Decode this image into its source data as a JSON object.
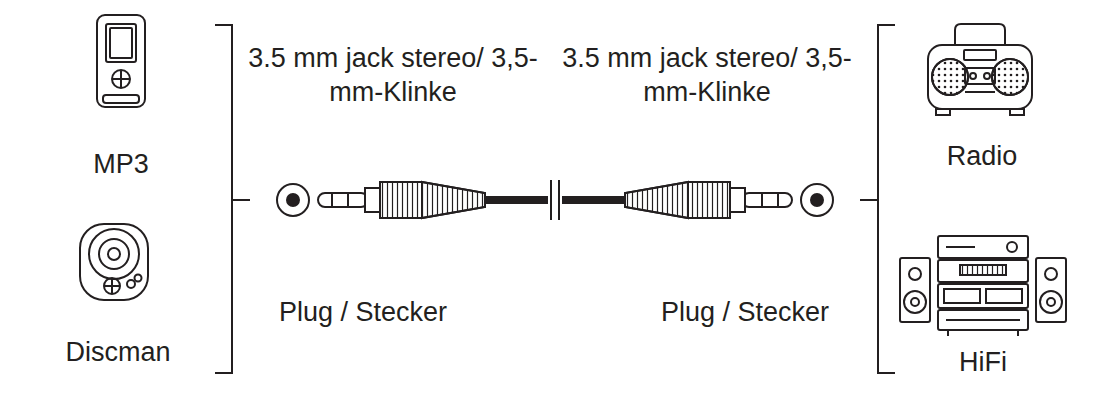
{
  "diagram": {
    "labels": [
      "3.5 mm jack stereo/ 3,5-mm-Klinke",
      "3.5 mm jack stereo/ 3,5-mm-Klinke",
      "MP3",
      "Radio",
      "Plug / Stecker",
      "Plug / Stecker",
      "Discman",
      "HiFi"
    ]
  }
}
